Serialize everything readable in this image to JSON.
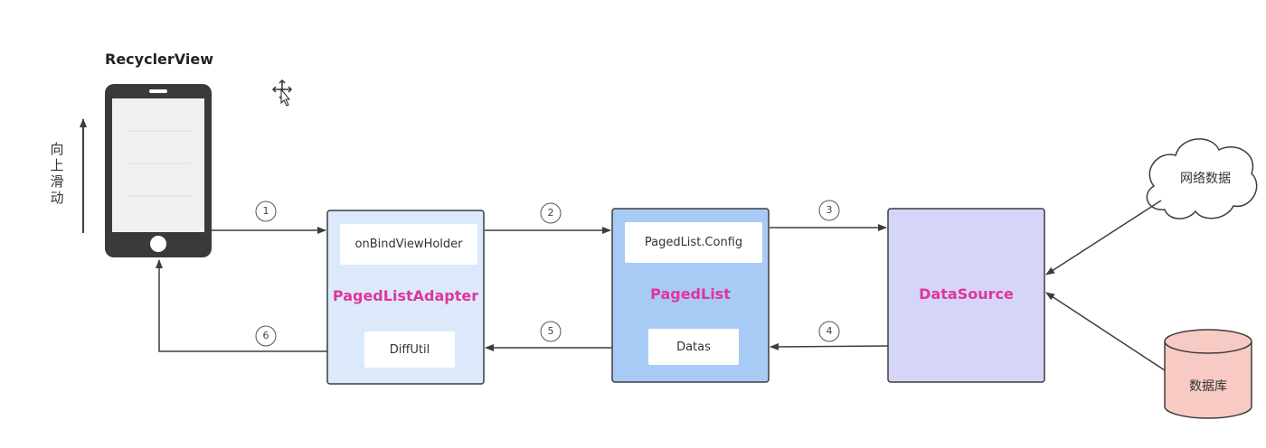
{
  "diagram": {
    "phone": {
      "title": "RecyclerView",
      "scroll_hint": "向上滑动"
    },
    "nodes": {
      "adapter": {
        "label": "PagedListAdapter",
        "top_item": "onBindViewHolder",
        "bottom_item": "DiffUtil"
      },
      "pagedlist": {
        "label": "PagedList",
        "top_item": "PagedList.Config",
        "bottom_item": "Datas"
      },
      "datasource": {
        "label": "DataSource"
      },
      "network": {
        "label": "网络数据"
      },
      "database": {
        "label": "数据库"
      }
    },
    "steps": [
      "1",
      "2",
      "3",
      "4",
      "5",
      "6"
    ],
    "colors": {
      "adapter_fill": "#dce9fb",
      "pagedlist_fill": "#a8cbf6",
      "datasource_fill": "#d5d5f8",
      "database_fill": "#f7cbc4",
      "highlight_text": "#e1359a",
      "line": "#3d3d3d"
    }
  }
}
